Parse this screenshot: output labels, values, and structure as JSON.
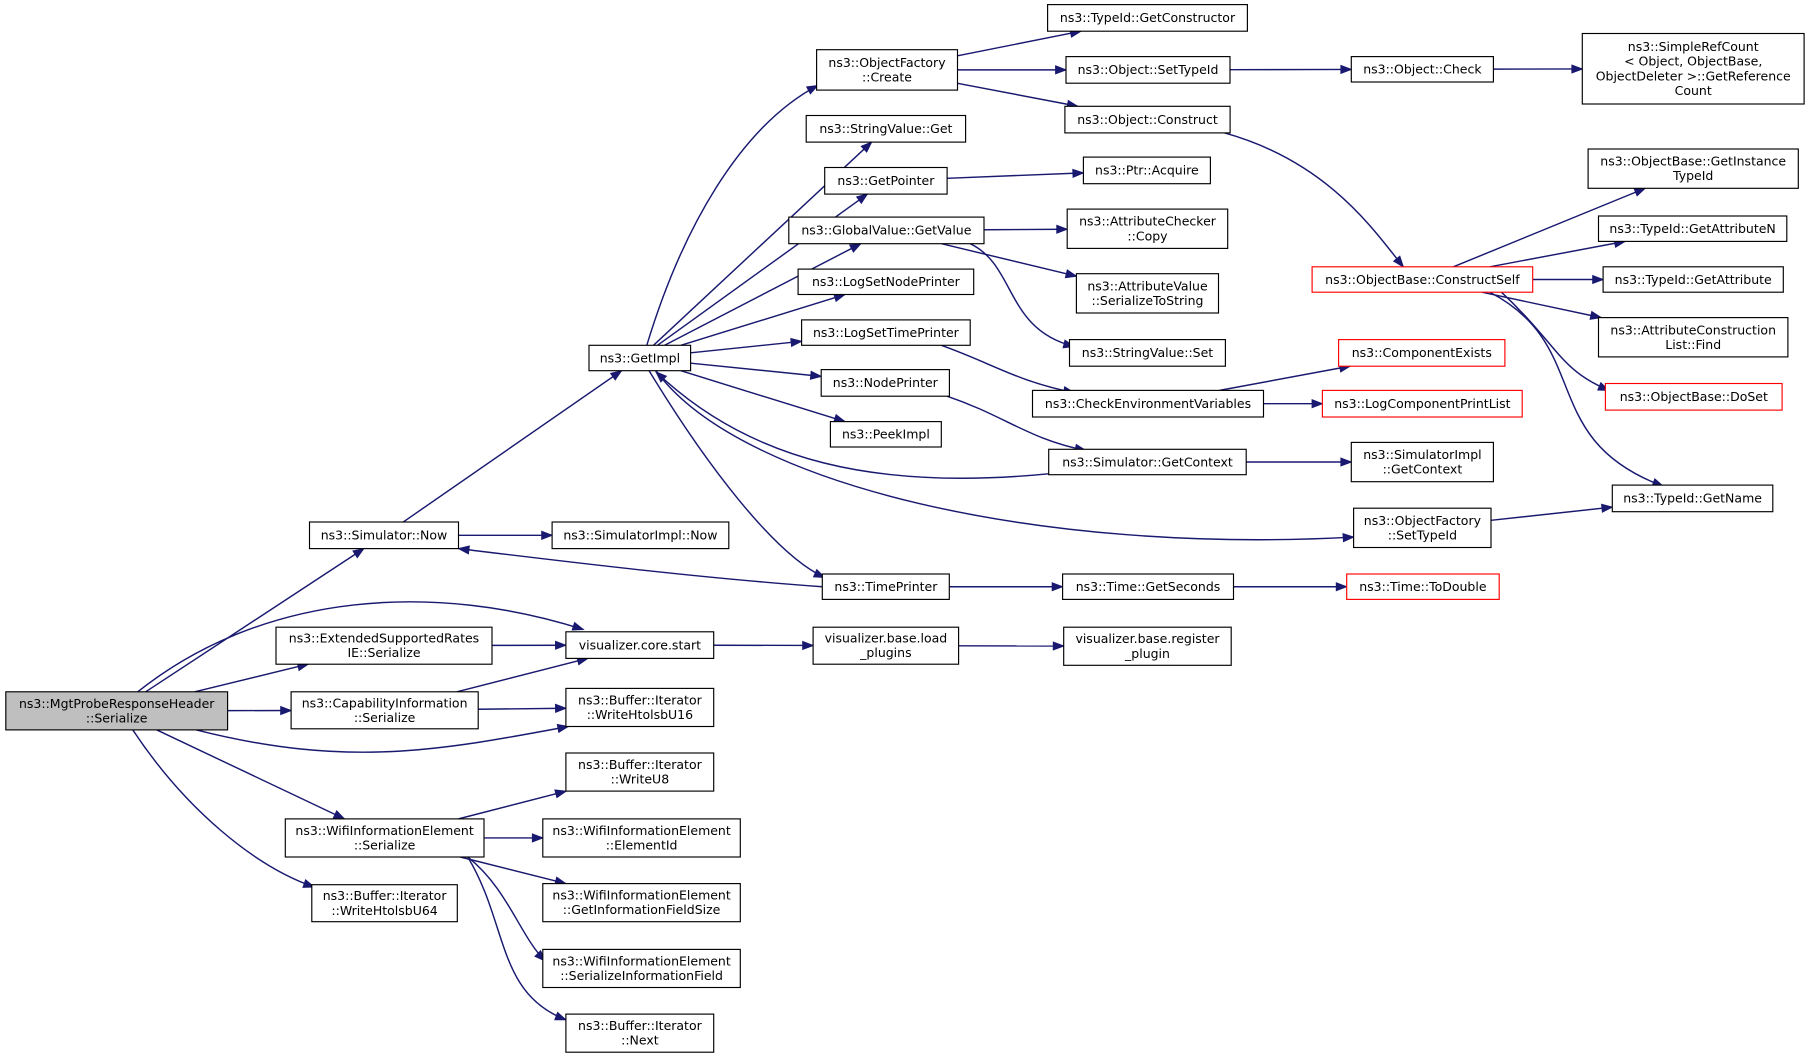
{
  "nodes": [
    {
      "id": "root",
      "lines": [
        "ns3::MgtProbeResponseHeader",
        "::Serialize"
      ],
      "style": "root"
    },
    {
      "id": "simnow",
      "lines": [
        "ns3::Simulator::Now"
      ]
    },
    {
      "id": "extrates",
      "lines": [
        "ns3::ExtendedSupportedRates",
        "IE::Serialize"
      ]
    },
    {
      "id": "capinfo",
      "lines": [
        "ns3::CapabilityInformation",
        "::Serialize"
      ]
    },
    {
      "id": "wifiie",
      "lines": [
        "ns3::WifiInformationElement",
        "::Serialize"
      ]
    },
    {
      "id": "bufu64",
      "lines": [
        "ns3::Buffer::Iterator",
        "::WriteHtolsbU64"
      ]
    },
    {
      "id": "getimpl",
      "lines": [
        "ns3::GetImpl"
      ]
    },
    {
      "id": "simimplnow",
      "lines": [
        "ns3::SimulatorImpl::Now"
      ]
    },
    {
      "id": "vizstart",
      "lines": [
        "visualizer.core.start"
      ]
    },
    {
      "id": "bufu16",
      "lines": [
        "ns3::Buffer::Iterator",
        "::WriteHtolsbU16"
      ]
    },
    {
      "id": "bufu8",
      "lines": [
        "ns3::Buffer::Iterator",
        "::WriteU8"
      ]
    },
    {
      "id": "elemid",
      "lines": [
        "ns3::WifiInformationElement",
        "::ElementId"
      ]
    },
    {
      "id": "getinfosize",
      "lines": [
        "ns3::WifiInformationElement",
        "::GetInformationFieldSize"
      ]
    },
    {
      "id": "serinfofield",
      "lines": [
        "ns3::WifiInformationElement",
        "::SerializeInformationField"
      ]
    },
    {
      "id": "bufnext",
      "lines": [
        "ns3::Buffer::Iterator",
        "::Next"
      ]
    },
    {
      "id": "objfcreate",
      "lines": [
        "ns3::ObjectFactory",
        "::Create"
      ]
    },
    {
      "id": "strget",
      "lines": [
        "ns3::StringValue::Get"
      ]
    },
    {
      "id": "getpointer",
      "lines": [
        "ns3::GetPointer"
      ]
    },
    {
      "id": "gvgetvalue",
      "lines": [
        "ns3::GlobalValue::GetValue"
      ]
    },
    {
      "id": "lognode",
      "lines": [
        "ns3::LogSetNodePrinter"
      ]
    },
    {
      "id": "logtime",
      "lines": [
        "ns3::LogSetTimePrinter"
      ]
    },
    {
      "id": "nodeprinter",
      "lines": [
        "ns3::NodePrinter"
      ]
    },
    {
      "id": "peekimpl",
      "lines": [
        "ns3::PeekImpl"
      ]
    },
    {
      "id": "timeprinter",
      "lines": [
        "ns3::TimePrinter"
      ]
    },
    {
      "id": "vizload",
      "lines": [
        "visualizer.base.load",
        "_plugins"
      ]
    },
    {
      "id": "getctor",
      "lines": [
        "ns3::TypeId::GetConstructor"
      ]
    },
    {
      "id": "settypeid",
      "lines": [
        "ns3::Object::SetTypeId"
      ]
    },
    {
      "id": "objconstruct",
      "lines": [
        "ns3::Object::Construct"
      ]
    },
    {
      "id": "ptracquire",
      "lines": [
        "ns3::Ptr::Acquire"
      ]
    },
    {
      "id": "attrcheckcopy",
      "lines": [
        "ns3::AttributeChecker",
        "::Copy"
      ]
    },
    {
      "id": "attrvalser",
      "lines": [
        "ns3::AttributeValue",
        "::SerializeToString"
      ]
    },
    {
      "id": "strset",
      "lines": [
        "ns3::StringValue::Set"
      ]
    },
    {
      "id": "checkenv",
      "lines": [
        "ns3::CheckEnvironmentVariables"
      ]
    },
    {
      "id": "simgetctx",
      "lines": [
        "ns3::Simulator::GetContext"
      ]
    },
    {
      "id": "objfsettype",
      "lines": [
        "ns3::ObjectFactory",
        "::SetTypeId"
      ]
    },
    {
      "id": "timegetsec",
      "lines": [
        "ns3::Time::GetSeconds"
      ]
    },
    {
      "id": "vizreg",
      "lines": [
        "visualizer.base.register",
        "_plugin"
      ]
    },
    {
      "id": "objcheck",
      "lines": [
        "ns3::Object::Check"
      ]
    },
    {
      "id": "constructself",
      "lines": [
        "ns3::ObjectBase::ConstructSelf"
      ],
      "style": "red"
    },
    {
      "id": "compexists",
      "lines": [
        "ns3::ComponentExists"
      ],
      "style": "red"
    },
    {
      "id": "logcompprint",
      "lines": [
        "ns3::LogComponentPrintList"
      ],
      "style": "red"
    },
    {
      "id": "simimplctx",
      "lines": [
        "ns3::SimulatorImpl",
        "::GetContext"
      ]
    },
    {
      "id": "timetodouble",
      "lines": [
        "ns3::Time::ToDouble"
      ],
      "style": "red"
    },
    {
      "id": "simplerefcount",
      "lines": [
        "ns3::SimpleRefCount",
        "< Object, ObjectBase,",
        "ObjectDeleter >::GetReference",
        "Count"
      ]
    },
    {
      "id": "getinsttypeid",
      "lines": [
        "ns3::ObjectBase::GetInstance",
        "TypeId"
      ]
    },
    {
      "id": "getattrn",
      "lines": [
        "ns3::TypeId::GetAttributeN"
      ]
    },
    {
      "id": "getattr",
      "lines": [
        "ns3::TypeId::GetAttribute"
      ]
    },
    {
      "id": "attrconstrfind",
      "lines": [
        "ns3::AttributeConstruction",
        "List::Find"
      ]
    },
    {
      "id": "objbasedoset",
      "lines": [
        "ns3::ObjectBase::DoSet"
      ],
      "style": "red"
    },
    {
      "id": "typeidgetname",
      "lines": [
        "ns3::TypeId::GetName"
      ]
    }
  ],
  "edges": [
    [
      "root",
      "simnow"
    ],
    [
      "root",
      "vizstart"
    ],
    [
      "root",
      "extrates"
    ],
    [
      "root",
      "capinfo"
    ],
    [
      "root",
      "bufu16"
    ],
    [
      "root",
      "wifiie"
    ],
    [
      "root",
      "bufu64"
    ],
    [
      "simnow",
      "getimpl"
    ],
    [
      "simnow",
      "simimplnow"
    ],
    [
      "extrates",
      "vizstart"
    ],
    [
      "capinfo",
      "vizstart"
    ],
    [
      "capinfo",
      "bufu16"
    ],
    [
      "wifiie",
      "bufu8"
    ],
    [
      "wifiie",
      "elemid"
    ],
    [
      "wifiie",
      "getinfosize"
    ],
    [
      "wifiie",
      "serinfofield"
    ],
    [
      "wifiie",
      "bufnext"
    ],
    [
      "getimpl",
      "objfcreate"
    ],
    [
      "getimpl",
      "strget"
    ],
    [
      "getimpl",
      "getpointer"
    ],
    [
      "getimpl",
      "gvgetvalue"
    ],
    [
      "getimpl",
      "lognode"
    ],
    [
      "getimpl",
      "logtime"
    ],
    [
      "getimpl",
      "nodeprinter"
    ],
    [
      "getimpl",
      "peekimpl"
    ],
    [
      "getimpl",
      "timeprinter"
    ],
    [
      "getimpl",
      "objfsettype"
    ],
    [
      "vizstart",
      "vizload"
    ],
    [
      "vizload",
      "vizreg"
    ],
    [
      "objfcreate",
      "getctor"
    ],
    [
      "objfcreate",
      "settypeid"
    ],
    [
      "objfcreate",
      "objconstruct"
    ],
    [
      "settypeid",
      "objcheck"
    ],
    [
      "objcheck",
      "simplerefcount"
    ],
    [
      "objconstruct",
      "constructself"
    ],
    [
      "getpointer",
      "ptracquire"
    ],
    [
      "gvgetvalue",
      "attrcheckcopy"
    ],
    [
      "gvgetvalue",
      "attrvalser"
    ],
    [
      "gvgetvalue",
      "strset"
    ],
    [
      "logtime",
      "checkenv"
    ],
    [
      "checkenv",
      "compexists"
    ],
    [
      "checkenv",
      "logcompprint"
    ],
    [
      "nodeprinter",
      "simgetctx"
    ],
    [
      "simgetctx",
      "getimpl"
    ],
    [
      "simgetctx",
      "simimplctx"
    ],
    [
      "timeprinter",
      "simnow"
    ],
    [
      "timeprinter",
      "timegetsec"
    ],
    [
      "timegetsec",
      "timetodouble"
    ],
    [
      "objfsettype",
      "typeidgetname"
    ],
    [
      "constructself",
      "getinsttypeid"
    ],
    [
      "constructself",
      "getattrn"
    ],
    [
      "constructself",
      "getattr"
    ],
    [
      "constructself",
      "attrconstrfind"
    ],
    [
      "constructself",
      "objbasedoset"
    ],
    [
      "constructself",
      "typeidgetname"
    ]
  ],
  "colors": {
    "edge": "#191970",
    "red_border": "#ff0000",
    "root_fill": "#bfbfbf"
  }
}
